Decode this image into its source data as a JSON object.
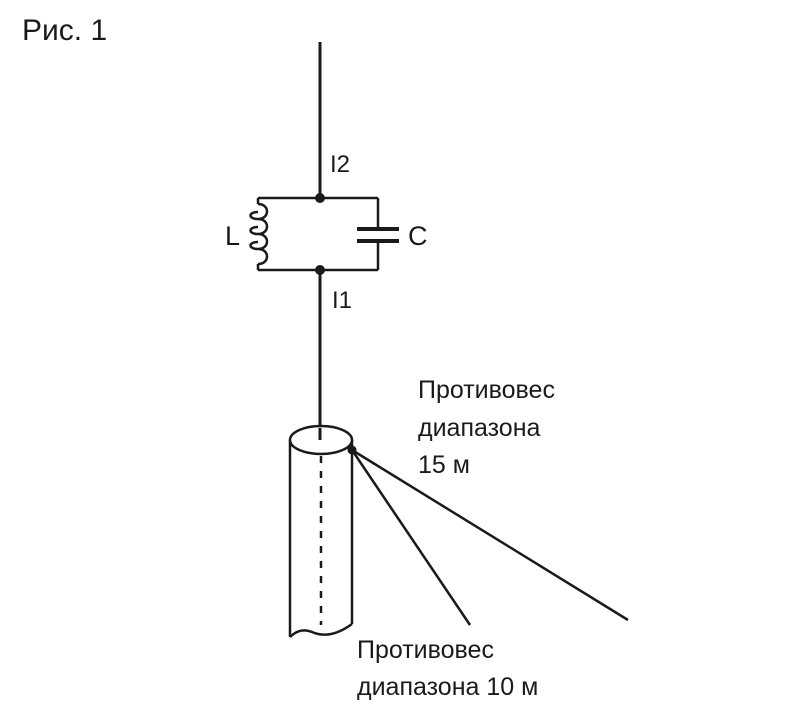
{
  "figure": {
    "title": "Рис. 1"
  },
  "components": {
    "inductor": "L",
    "capacitor": "C"
  },
  "currents": {
    "upper": "I2",
    "lower": "I1"
  },
  "counterpoise_15m": {
    "line1": "Противовес",
    "line2": "диапазона",
    "line3": "15 м"
  },
  "counterpoise_10m": {
    "line1": "Противовес",
    "line2": "диапазона 10 м"
  },
  "colors": {
    "ink": "#1a1a1a",
    "background": "#ffffff"
  }
}
